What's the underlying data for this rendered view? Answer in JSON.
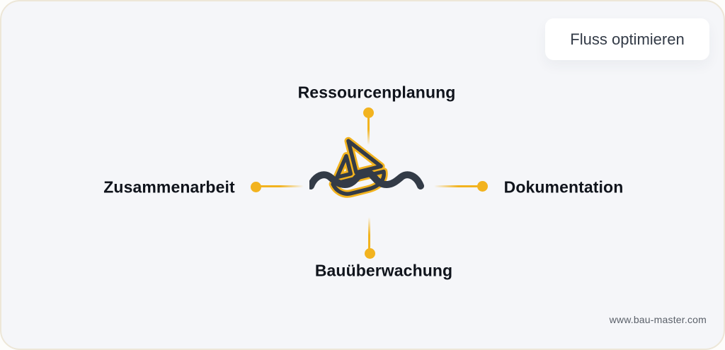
{
  "badge": {
    "label": "Fluss optimieren"
  },
  "diagram": {
    "center_icon": "sailboat-on-waves",
    "nodes": [
      {
        "id": "top",
        "label": "Ressourcenplanung"
      },
      {
        "id": "left",
        "label": "Zusammenarbeit"
      },
      {
        "id": "right",
        "label": "Dokumentation"
      },
      {
        "id": "bottom",
        "label": "Bauüberwachung"
      }
    ]
  },
  "footer": {
    "website": "www.bau-master.com"
  },
  "colors": {
    "accent": "#F2B31F",
    "dark": "#333B47",
    "text": "#10141C",
    "canvas_bg": "#F5F6F9",
    "badge_bg": "#FFFFFF",
    "border": "#EDE7D8",
    "footer_text": "#5A6069"
  }
}
